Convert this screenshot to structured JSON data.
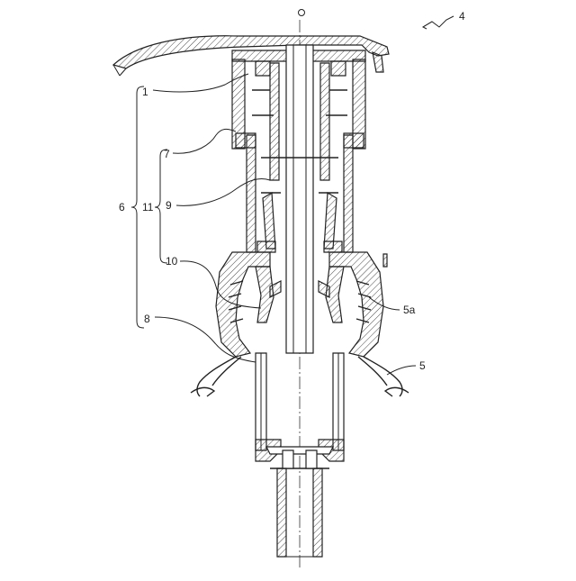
{
  "labels": {
    "ref_4": "4",
    "ref_1": "1",
    "ref_7": "7",
    "ref_6": "6",
    "ref_11": "11",
    "ref_9": "9",
    "ref_10": "10",
    "ref_8": "8",
    "ref_5a": "5a",
    "ref_5": "5",
    "axis_mark": "O"
  },
  "colors": {
    "line": "#222222",
    "background": "#ffffff"
  }
}
